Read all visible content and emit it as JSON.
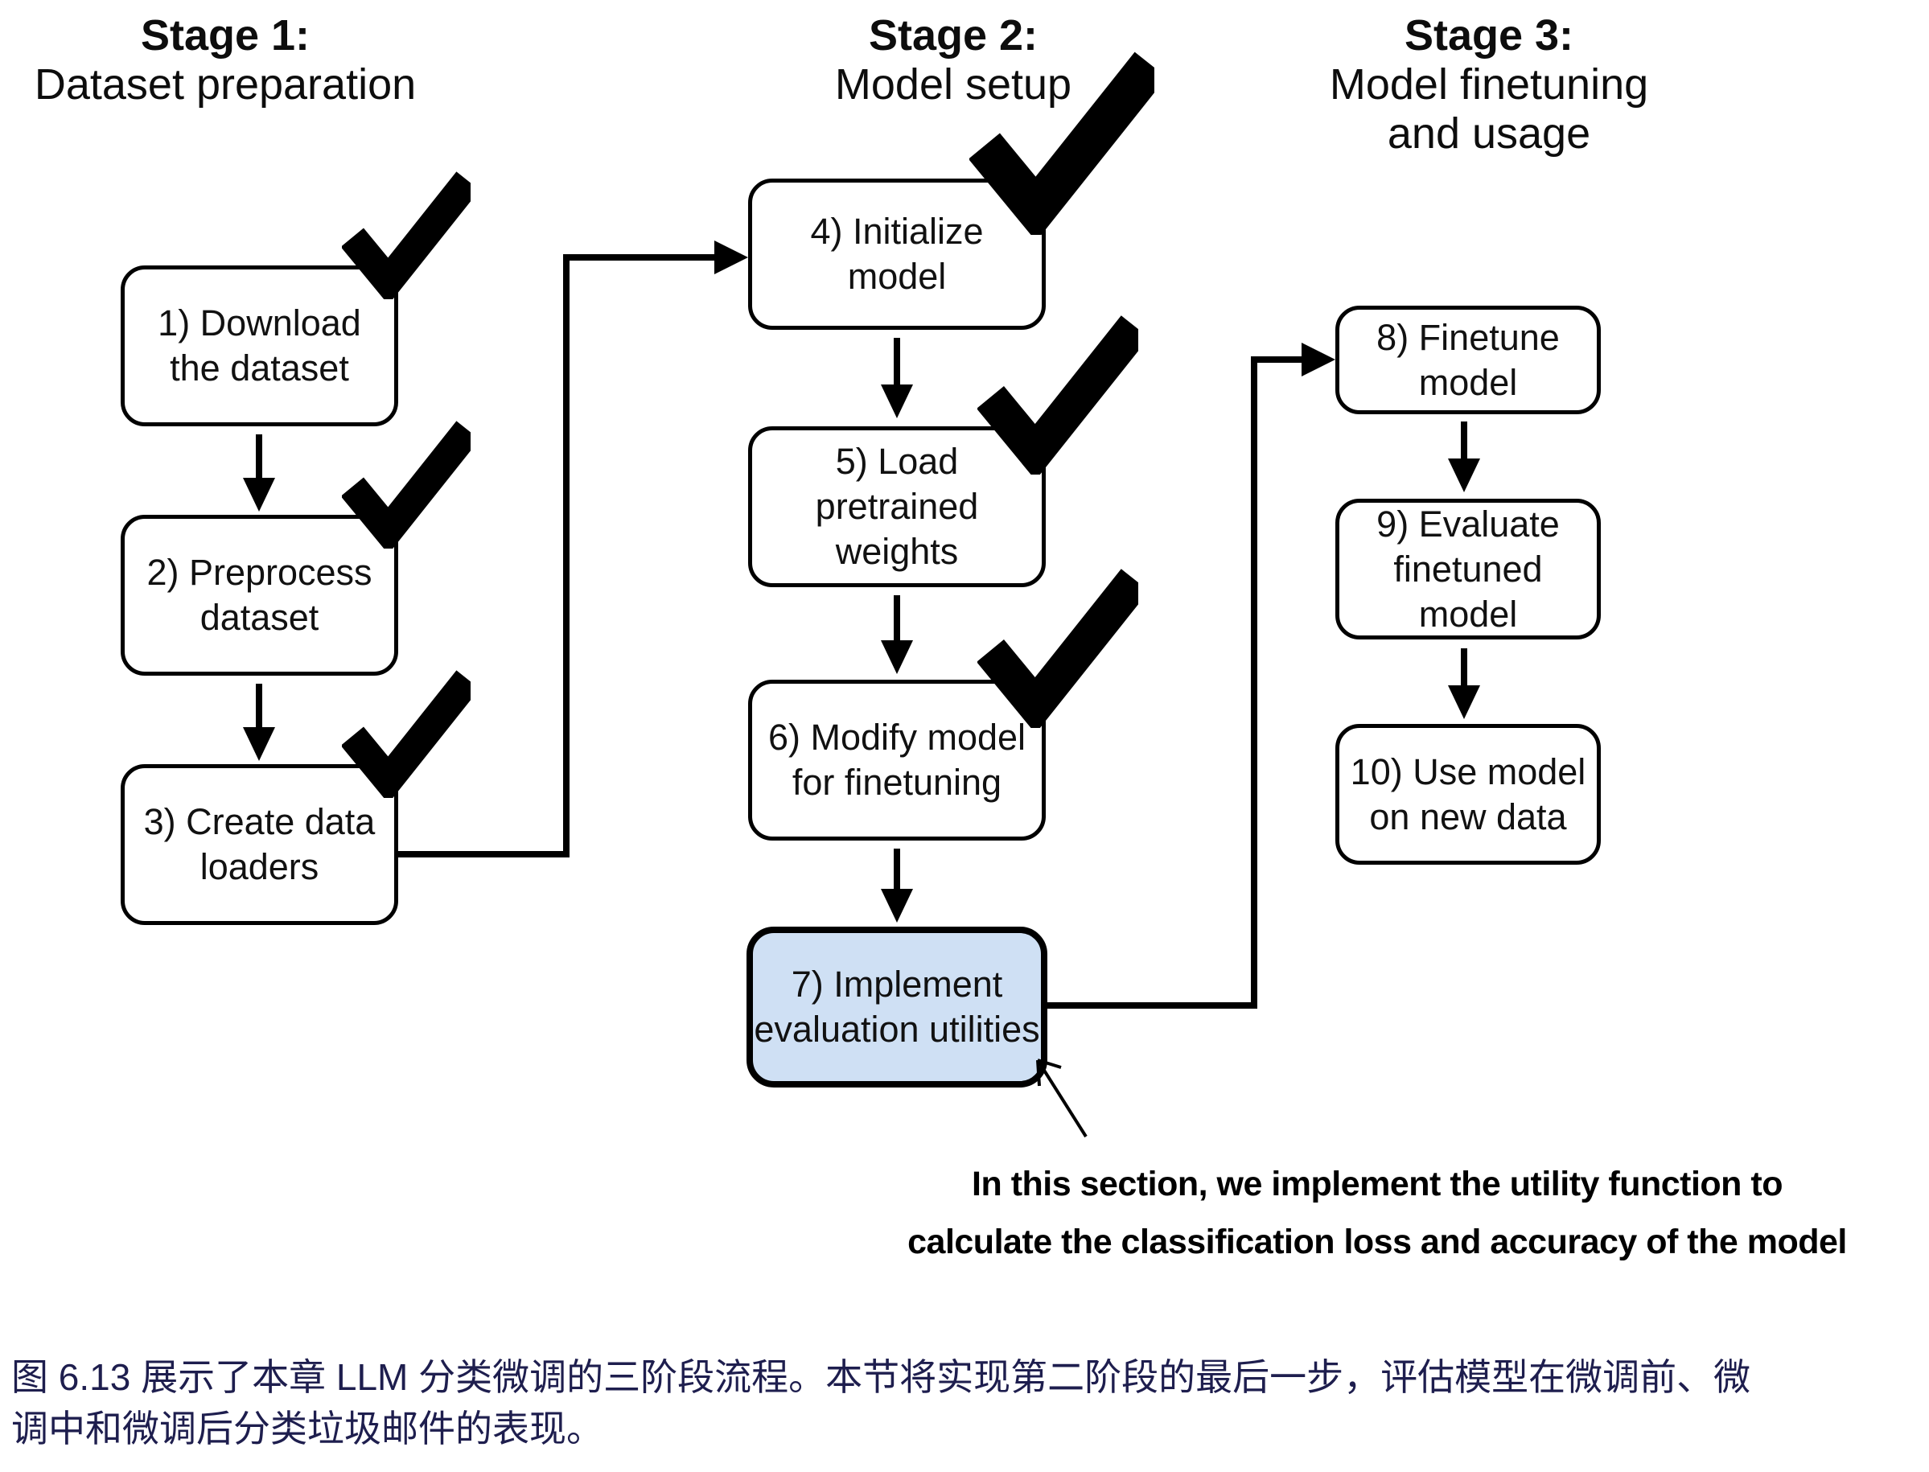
{
  "figure": {
    "stages": [
      {
        "title": "Stage 1:",
        "subtitle_lines": [
          "Dataset preparation"
        ]
      },
      {
        "title": "Stage 2:",
        "subtitle_lines": [
          "Model setup"
        ]
      },
      {
        "title": "Stage 3:",
        "subtitle_lines": [
          "Model finetuning",
          "and usage"
        ]
      }
    ],
    "boxes": [
      {
        "id": 1,
        "lines": [
          "1) Download",
          "the dataset"
        ],
        "checked": true,
        "highlighted": false
      },
      {
        "id": 2,
        "lines": [
          "2) Preprocess",
          "dataset"
        ],
        "checked": true,
        "highlighted": false
      },
      {
        "id": 3,
        "lines": [
          "3) Create data",
          "loaders"
        ],
        "checked": true,
        "highlighted": false
      },
      {
        "id": 4,
        "lines": [
          "4) Initialize",
          "model"
        ],
        "checked": true,
        "highlighted": false
      },
      {
        "id": 5,
        "lines": [
          "5) Load pretrained",
          "weights"
        ],
        "checked": true,
        "highlighted": false
      },
      {
        "id": 6,
        "lines": [
          "6) Modify model",
          "for finetuning"
        ],
        "checked": true,
        "highlighted": false
      },
      {
        "id": 7,
        "lines": [
          "7) Implement",
          "evaluation utilities"
        ],
        "checked": false,
        "highlighted": true
      },
      {
        "id": 8,
        "lines": [
          "8) Finetune model"
        ],
        "checked": false,
        "highlighted": false
      },
      {
        "id": 9,
        "lines": [
          "9) Evaluate",
          "finetuned model"
        ],
        "checked": false,
        "highlighted": false
      },
      {
        "id": 10,
        "lines": [
          "10) Use model",
          "on new data"
        ],
        "checked": false,
        "highlighted": false
      }
    ],
    "annotation": {
      "lines": [
        "In this section, we implement the utility function to",
        "calculate the classification loss and accuracy of the model"
      ]
    },
    "colors": {
      "highlight_fill": "#cfe0f4",
      "diagram_ink": "#000000",
      "caption_text": "#1e1e4e",
      "background": "#ffffff"
    }
  },
  "caption": {
    "lines": [
      "图 6.13 展示了本章 LLM 分类微调的三阶段流程。本节将实现第二阶段的最后一步，评估模型在微调前、微",
      "调中和微调后分类垃圾邮件的表现。"
    ]
  }
}
